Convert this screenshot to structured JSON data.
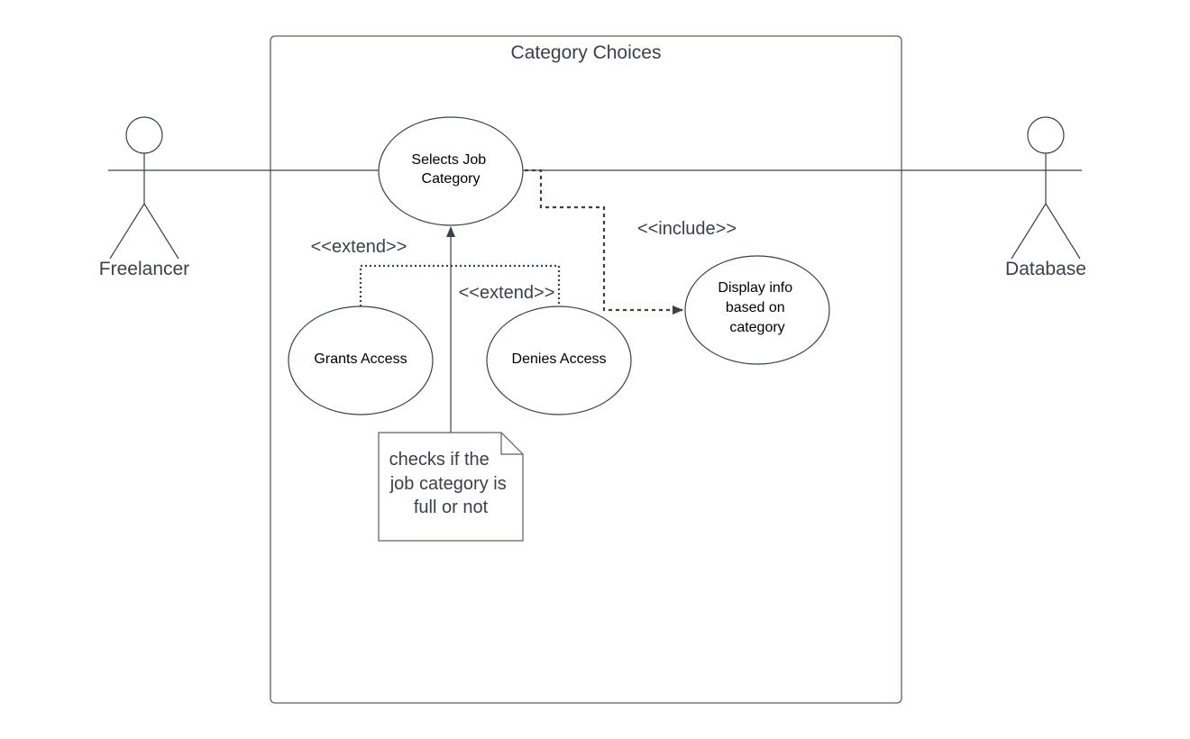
{
  "system": {
    "title": "Category Choices"
  },
  "actors": {
    "freelancer": {
      "name": "Freelancer"
    },
    "database": {
      "name": "Database"
    }
  },
  "use_cases": {
    "selects_job_category": {
      "lines": [
        "Selects Job",
        "Category"
      ]
    },
    "grants_access": {
      "lines": [
        "Grants Access"
      ]
    },
    "denies_access": {
      "lines": [
        "Denies Access"
      ]
    },
    "display_info": {
      "lines": [
        "Display info",
        "based on",
        "category"
      ]
    }
  },
  "relations": {
    "extend_grants": "<<extend>>",
    "extend_denies": "<<extend>>",
    "include_display": "<<include>>"
  },
  "note": {
    "lines": [
      "checks if the",
      "job category is",
      "full or not"
    ]
  },
  "colors": {
    "line": "#3a414a",
    "border": "#5a5f66",
    "text": "#3a414a"
  }
}
